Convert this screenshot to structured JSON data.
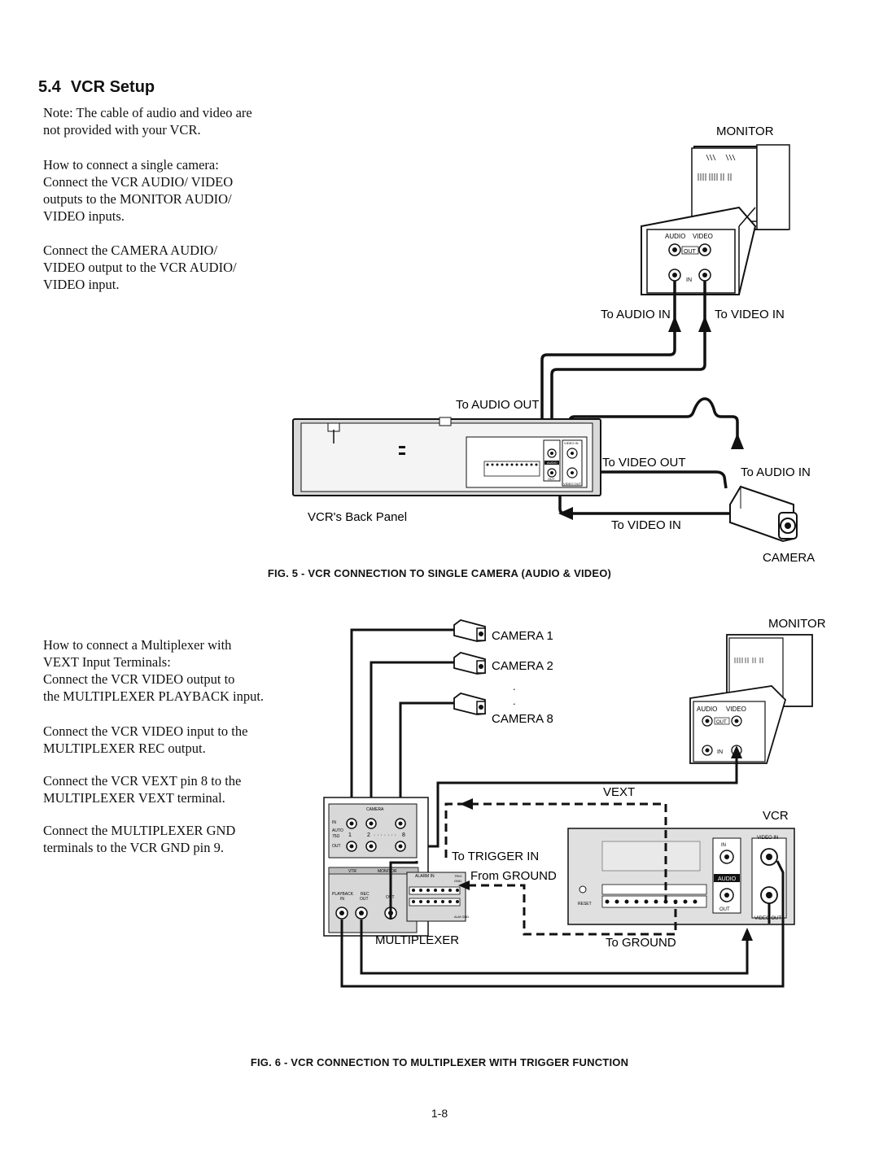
{
  "section": {
    "number": "5.4",
    "title": "VCR Setup"
  },
  "paragraphs1": [
    "Note: The cable of audio and video are\nnot provided with your VCR.",
    "How to connect a single camera:\nConnect the VCR AUDIO/ VIDEO\noutputs to the MONITOR AUDIO/\nVIDEO inputs.",
    "Connect the CAMERA AUDIO/\nVIDEO output to the VCR AUDIO/\nVIDEO input."
  ],
  "fig5": {
    "caption": "FIG. 5 - VCR CONNECTION TO SINGLE CAMERA (AUDIO & VIDEO)",
    "monitor": "MONITOR",
    "audio": "AUDIO",
    "video": "VIDEO",
    "out": "OUT",
    "in": "IN",
    "to_audio_in_monitor": "To AUDIO IN",
    "to_video_in_monitor": "To VIDEO IN",
    "to_audio_out": "To AUDIO OUT",
    "to_video_out": "To VIDEO OUT",
    "to_audio_in_camera": "To AUDIO IN",
    "to_video_in_vcr": "To VIDEO IN",
    "back_panel": "VCR's Back Panel",
    "camera": "CAMERA",
    "vcr_video_in": "VIDEO IN",
    "vcr_audio": "AUDIO",
    "vcr_video_out": "VIDEO OUT",
    "vcr_out": "OUT"
  },
  "paragraphs2": [
    "How to connect a Multiplexer with\nVEXT Input Terminals:\nConnect the VCR VIDEO output to\nthe MULTIPLEXER PLAYBACK input.",
    "Connect the VCR VIDEO input to the\nMULTIPLEXER REC output.",
    "Connect the VCR VEXT pin 8 to the\nMULTIPLEXER VEXT terminal.",
    "Connect the MULTIPLEXER GND\nterminals to the VCR GND pin 9."
  ],
  "fig6": {
    "caption": "FIG. 6 - VCR CONNECTION TO MULTIPLEXER WITH TRIGGER FUNCTION",
    "camera1": "CAMERA 1",
    "camera2": "CAMERA 2",
    "camera8": "CAMERA 8",
    "dot": ".",
    "monitor": "MONITOR",
    "audio": "AUDIO",
    "video": "VIDEO",
    "out": "OUT",
    "in": "IN",
    "vext": "VEXT",
    "vcr": "VCR",
    "to_trigger_in": "To TRIGGER IN",
    "from_ground": "From GROUND",
    "to_ground": "To GROUND",
    "multiplexer": "MULTIPLEXER",
    "mux_camera": "CAMERA",
    "mux_in": "IN",
    "mux_auto": "AUTO",
    "mux_75": "75Ω",
    "mux_out": "OUT",
    "mux_1": "1",
    "mux_2": "2",
    "mux_dots": "· · · · · · ·",
    "mux_8": "8",
    "mux_vtr": "VTR",
    "mux_monitor": "MONITOR",
    "mux_alarm_in": "ALARM IN",
    "mux_playback": "PLAYBACK",
    "mux_rec": "REC",
    "mux_pb_in": "IN",
    "mux_rec_out": "OUT",
    "mux_mon_out": "OUT",
    "mux_trig": "TRIG",
    "mux_gnd": "GND",
    "mux_alm_gnd": "ALM GND",
    "vcr_in": "IN",
    "vcr_audio": "AUDIO",
    "vcr_out": "OUT",
    "vcr_video_in": "VIDEO IN",
    "vcr_video_out": "VIDEO OUT",
    "vcr_reset": "RESET"
  },
  "page_number": "1-8"
}
